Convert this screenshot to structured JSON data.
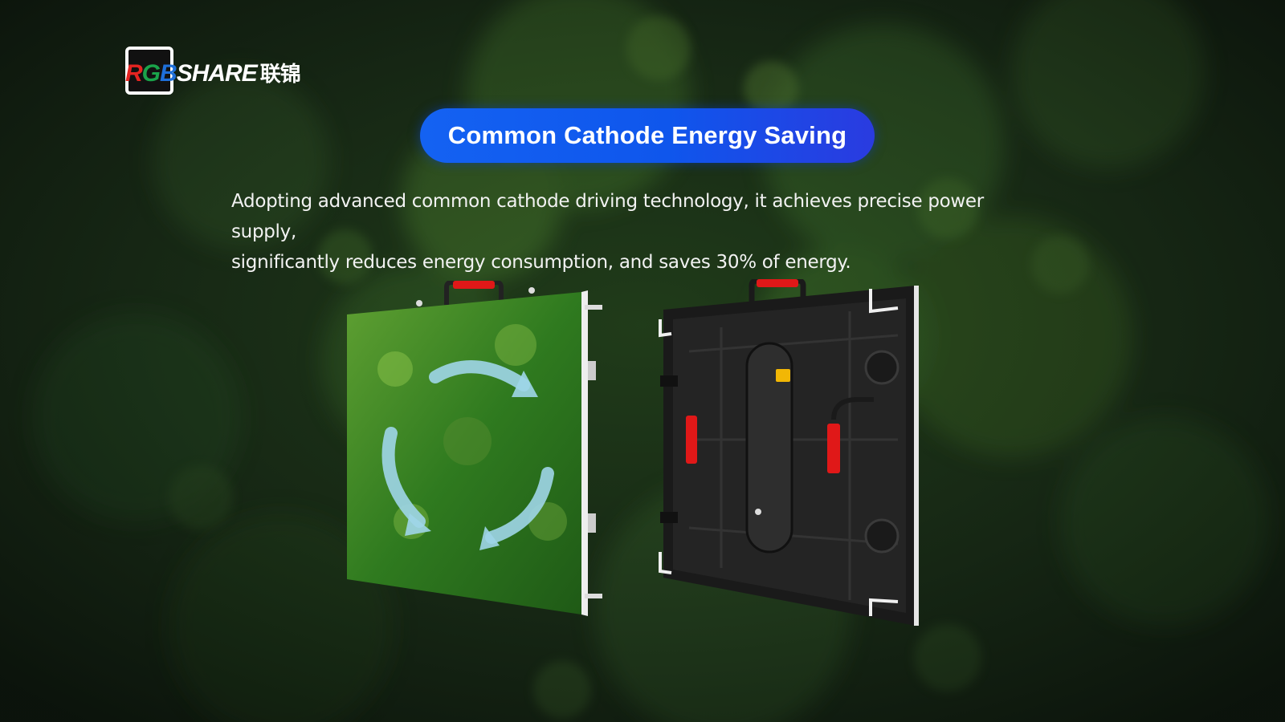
{
  "logo": {
    "letters_r": "R",
    "letters_g": "G",
    "letters_b": "B",
    "letters_rest": "SHARE",
    "letters_cn": "联锦"
  },
  "title": "Common Cathode Energy Saving",
  "description": {
    "line1": "Adopting advanced common cathode driving technology, it achieves precise power supply,",
    "line2": "significantly reduces energy consumption, and saves 30% of energy."
  },
  "colors": {
    "pill_blue": "#1462f2",
    "handle_red": "#e01818",
    "forest_green": "#2f6b28"
  }
}
